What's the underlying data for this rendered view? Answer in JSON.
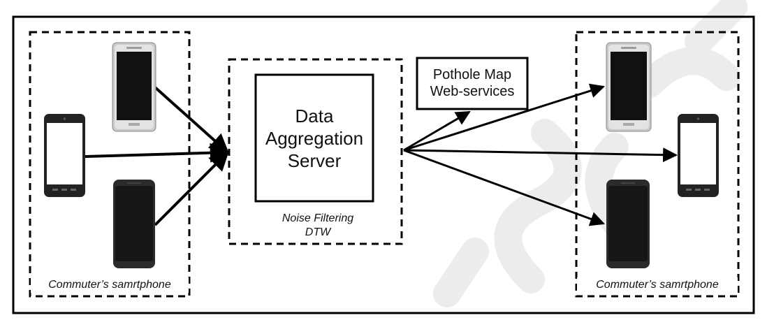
{
  "server": {
    "line1": "Data",
    "line2": "Aggregation",
    "line3": "Server"
  },
  "filter": {
    "line1": "Noise Filtering",
    "line2": "DTW"
  },
  "webservice": {
    "line1": "Pothole Map",
    "line2": "Web-services"
  },
  "left_group": {
    "caption": "Commuter’s samrtphone"
  },
  "right_group": {
    "caption": "Commuter’s samrtphone"
  },
  "phones": {
    "left": [
      "htc-black",
      "white-android",
      "black-android"
    ],
    "right": [
      "htc-black",
      "white-android",
      "black-android"
    ]
  },
  "colors": {
    "stroke": "#000000",
    "watermark": "#e9e9e9"
  }
}
